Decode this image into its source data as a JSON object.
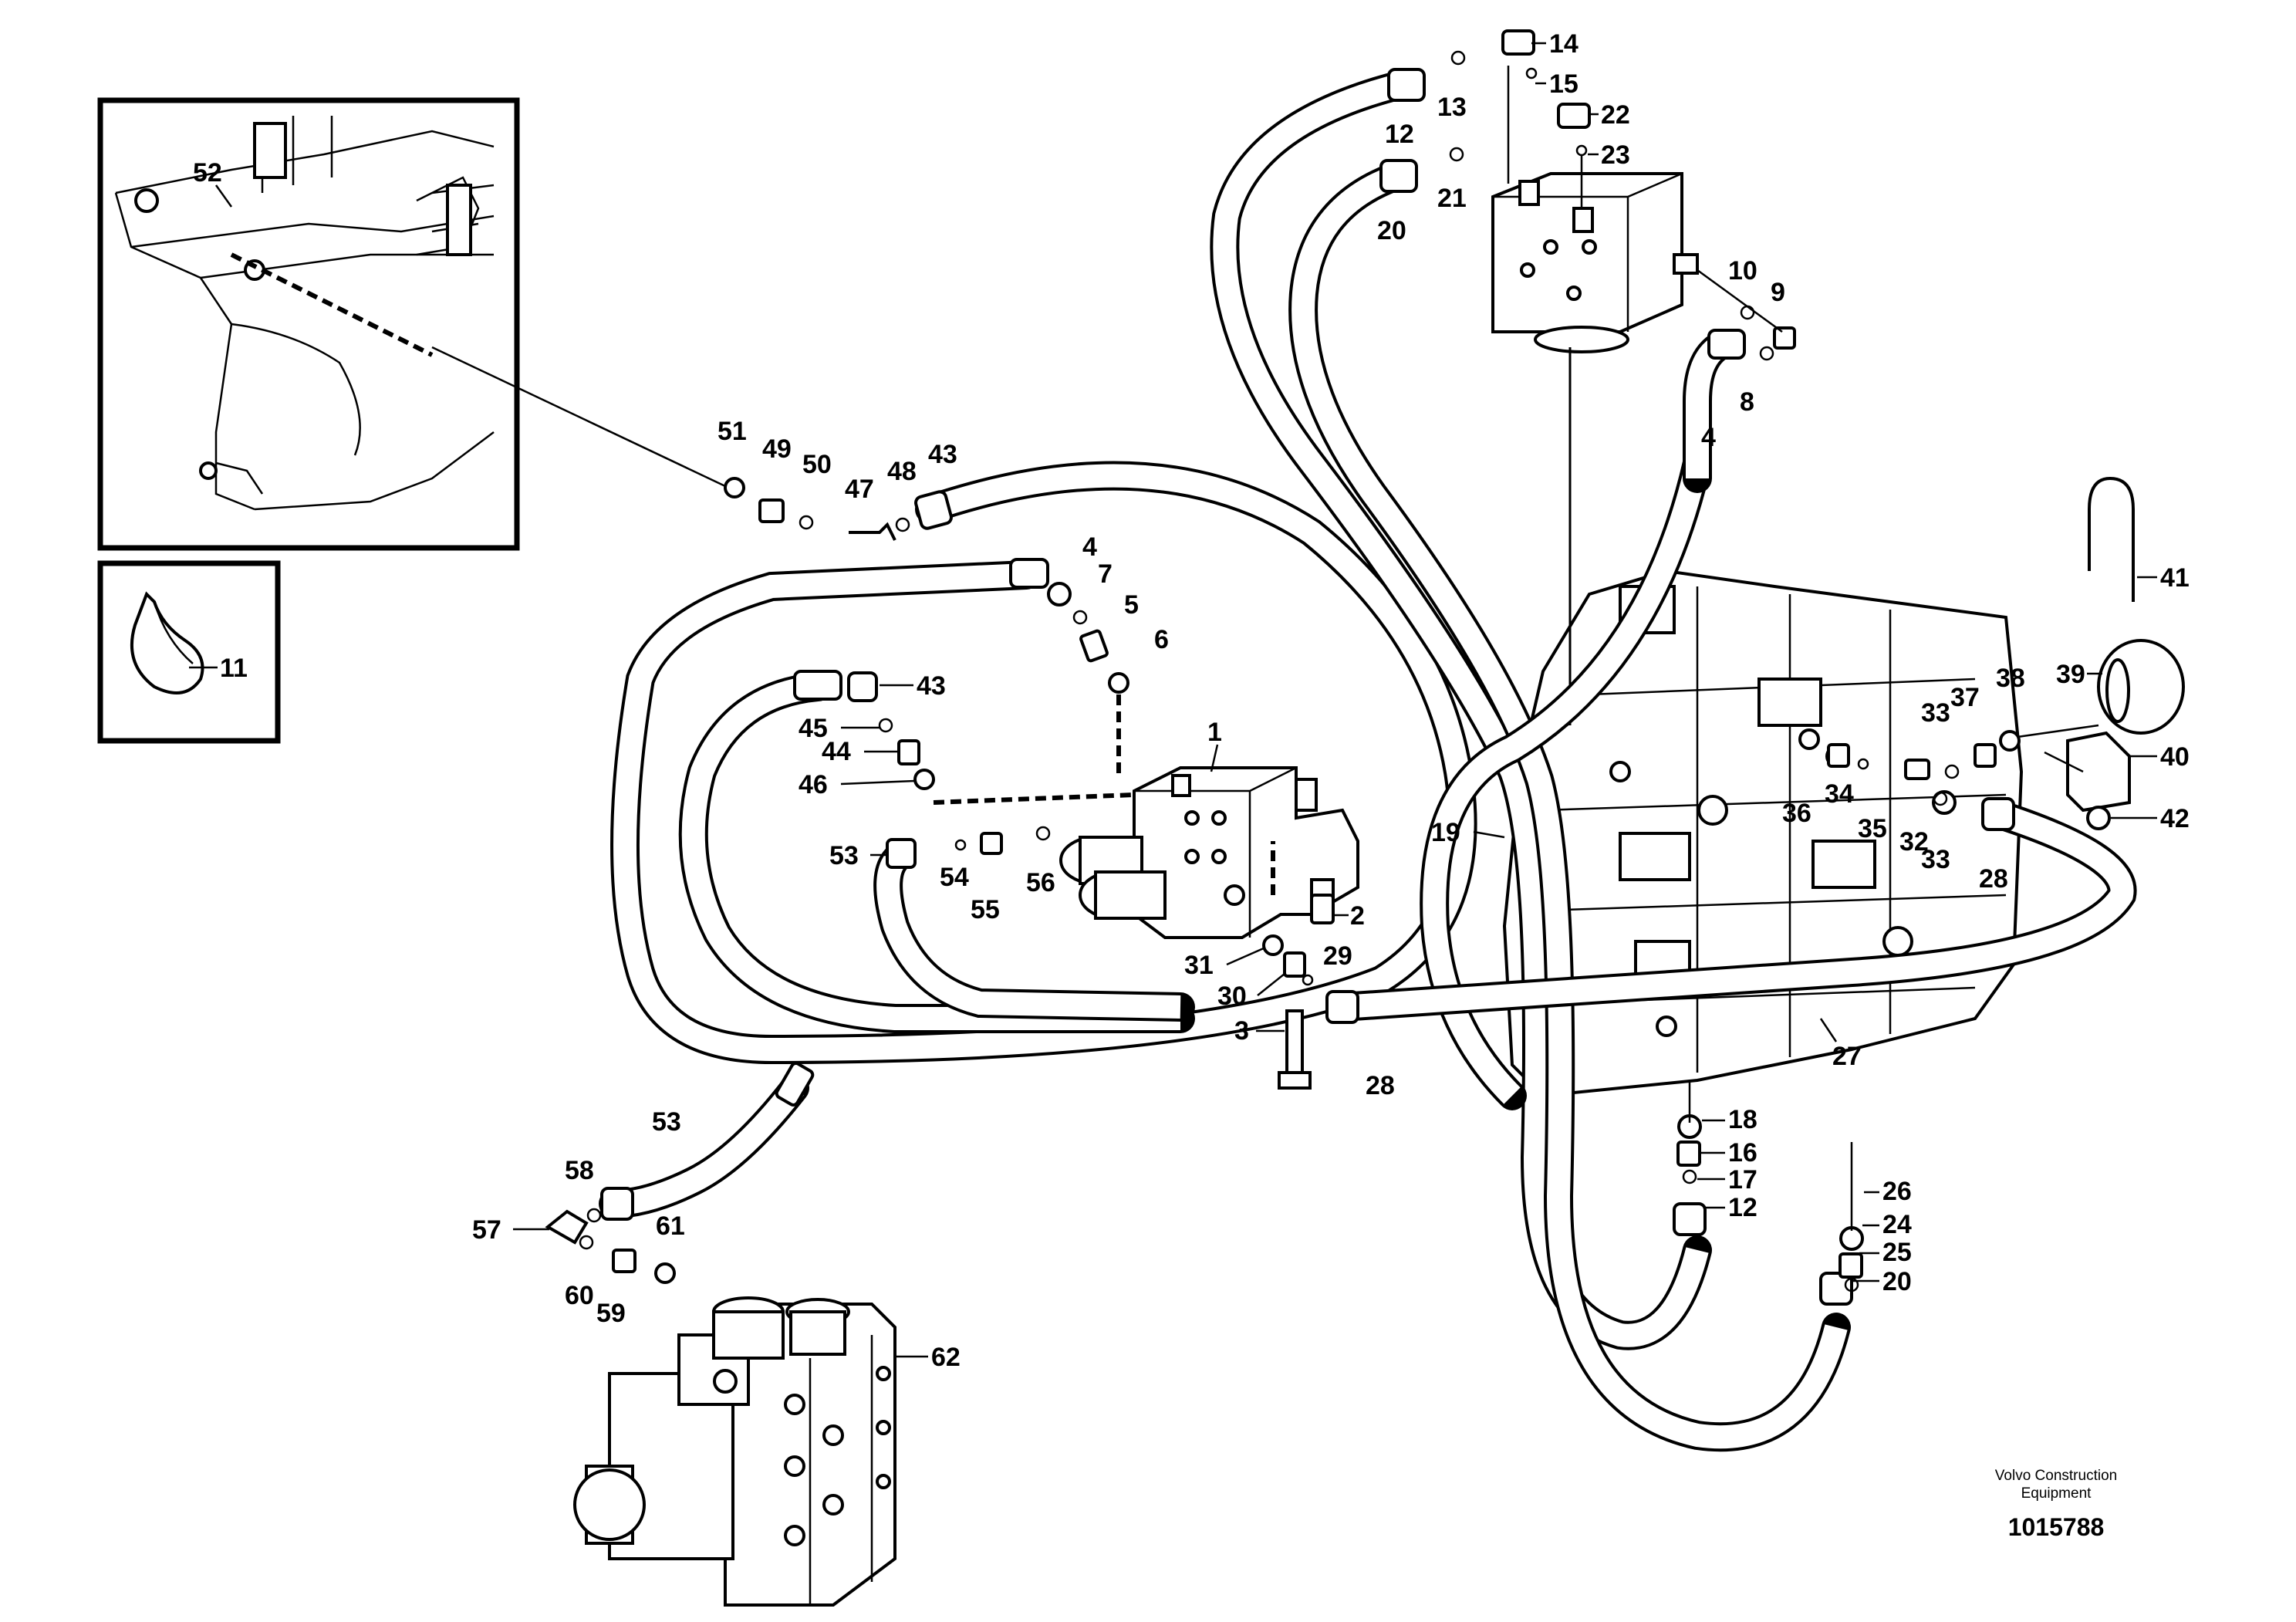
{
  "credit": {
    "line1": "Volvo Construction",
    "line2": "Equipment"
  },
  "document_number": "1015788",
  "labels": {
    "l1": "1",
    "l2": "2",
    "l3": "3",
    "l4a": "4",
    "l4b": "4",
    "l5": "5",
    "l6": "6",
    "l7": "7",
    "l8": "8",
    "l9": "9",
    "l10": "10",
    "l11": "11",
    "l12a": "12",
    "l12b": "12",
    "l13": "13",
    "l14": "14",
    "l15": "15",
    "l16": "16",
    "l17": "17",
    "l18": "18",
    "l19": "19",
    "l20a": "20",
    "l20b": "20",
    "l21": "21",
    "l22": "22",
    "l23": "23",
    "l24": "24",
    "l25": "25",
    "l26": "26",
    "l27": "27",
    "l28a": "28",
    "l28b": "28",
    "l29": "29",
    "l30": "30",
    "l31": "31",
    "l32": "32",
    "l33a": "33",
    "l33b": "33",
    "l34": "34",
    "l35": "35",
    "l36": "36",
    "l37": "37",
    "l38": "38",
    "l39": "39",
    "l40": "40",
    "l41": "41",
    "l42": "42",
    "l43a": "43",
    "l43b": "43",
    "l44": "44",
    "l45": "45",
    "l46": "46",
    "l47": "47",
    "l48": "48",
    "l49": "49",
    "l50": "50",
    "l51": "51",
    "l52": "52",
    "l53a": "53",
    "l53b": "53",
    "l54": "54",
    "l55": "55",
    "l56": "56",
    "l57": "57",
    "l58": "58",
    "l59": "59",
    "l60": "60",
    "l61": "61",
    "l62": "62"
  }
}
